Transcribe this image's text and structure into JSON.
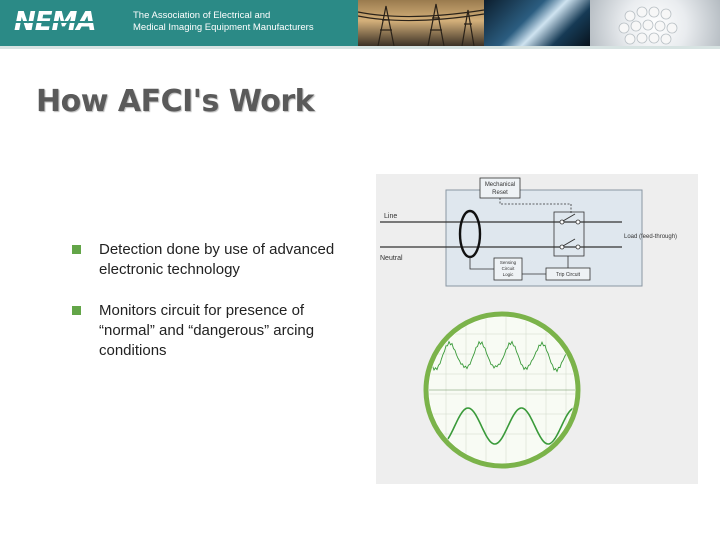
{
  "header": {
    "logo_text": "NEMA",
    "tagline_line1": "The Association of Electrical and",
    "tagline_line2": "Medical Imaging Equipment Manufacturers"
  },
  "slide": {
    "title": "How AFCI's Work",
    "bullets": [
      {
        "lines": [
          "Detection done by use of advanced",
          "electronic technology"
        ]
      },
      {
        "lines": [
          "Monitors circuit for presence of",
          "“normal” and “dangerous” arcing",
          "conditions"
        ]
      }
    ]
  },
  "diagram": {
    "mechanical_reset": [
      "Mechanical",
      "Reset"
    ],
    "line_label": "Line",
    "neutral_label": "Neutral",
    "load_label": "Load (feed-through)",
    "sensing_label": [
      "Sensing",
      "Circuit",
      "Logic"
    ],
    "trip_label": "Trip Circuit"
  },
  "colors": {
    "header_teal": "#2b8a86",
    "bullet_green": "#63a548",
    "waveform_green": "#3a9a3a",
    "magnifier_ring": "#7bb34a"
  }
}
